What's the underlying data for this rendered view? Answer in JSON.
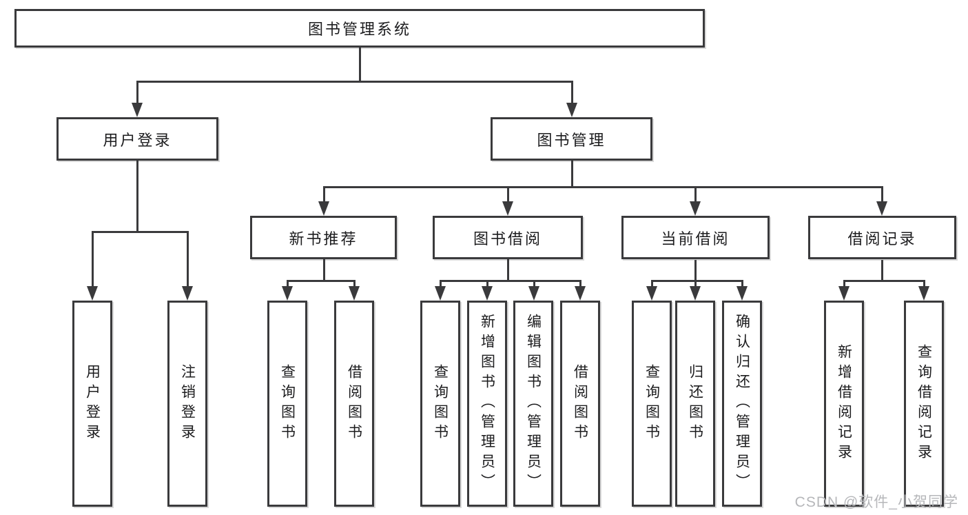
{
  "colors": {
    "line": "#3a3a3c",
    "text": "#1c1c1e",
    "box_background": "#ffffff",
    "watermark": "#b6b7ba",
    "background": "#ffffff"
  },
  "root": {
    "label": "图书管理系统"
  },
  "user_login": {
    "label": "用户登录",
    "children": [
      {
        "label": "用户登录"
      },
      {
        "label": "注销登录"
      }
    ]
  },
  "book_management": {
    "label": "图书管理",
    "groups": [
      {
        "label": "新书推荐",
        "children": [
          {
            "label": "查询图书"
          },
          {
            "label": "借阅图书"
          }
        ]
      },
      {
        "label": "图书借阅",
        "children": [
          {
            "label": "查询图书"
          },
          {
            "label": "新增图书（管理员）"
          },
          {
            "label": "编辑图书（管理员）"
          },
          {
            "label": "借阅图书"
          }
        ]
      },
      {
        "label": "当前借阅",
        "children": [
          {
            "label": "查询图书"
          },
          {
            "label": "归还图书"
          },
          {
            "label": "确认归还（管理员）"
          }
        ]
      },
      {
        "label": "借阅记录",
        "children": [
          {
            "label": "新增借阅记录"
          },
          {
            "label": "查询借阅记录"
          }
        ]
      }
    ]
  },
  "watermark": {
    "text": "CSDN @软件_小贺同学"
  }
}
